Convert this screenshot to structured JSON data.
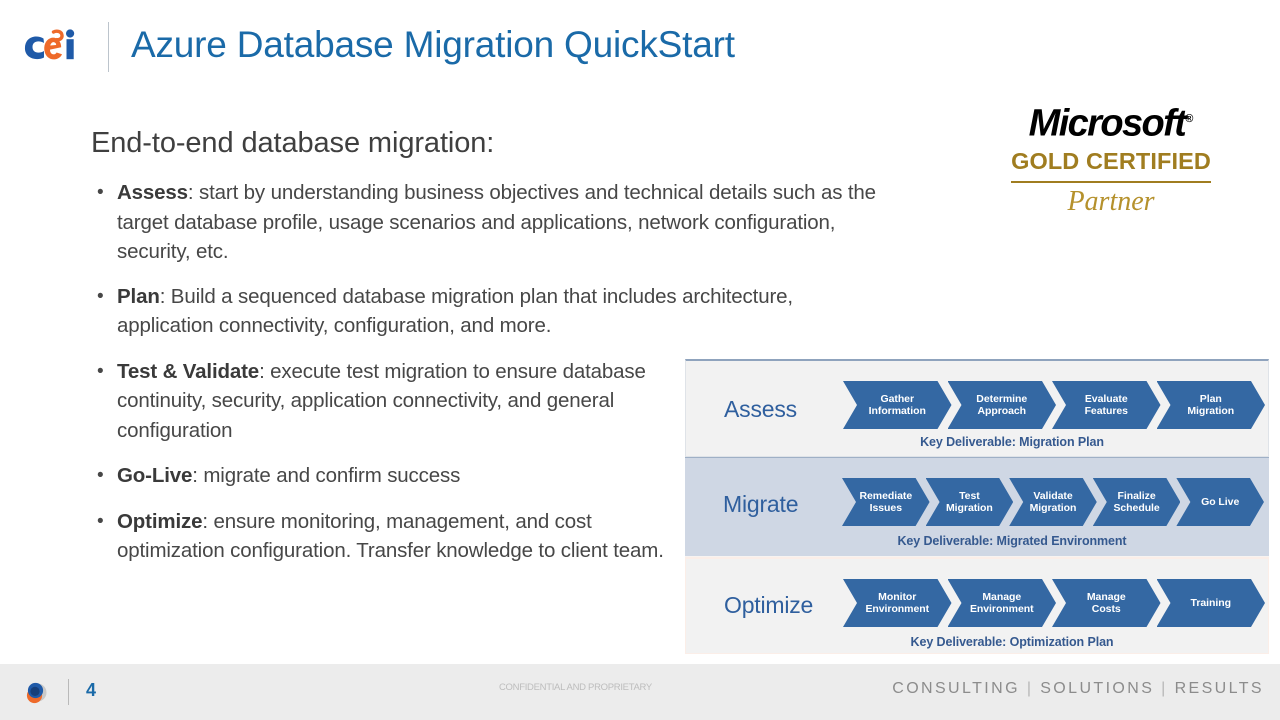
{
  "header": {
    "logo_alt": "CEI",
    "title": "Azure Database Migration QuickStart"
  },
  "main": {
    "heading": "End-to-end database migration:",
    "bullets": [
      {
        "lead": "Assess",
        "rest": ": start by understanding business objectives and technical details such as the target database profile, usage scenarios and applications, network configuration, security, etc."
      },
      {
        "lead": "Plan",
        "rest": ": Build a sequenced database migration plan that includes architecture, application connectivity, configuration, and more."
      },
      {
        "lead": "Test & Validate",
        "rest": ": execute test migration to ensure database continuity, security, application connectivity, and general configuration"
      },
      {
        "lead": "Go-Live",
        "rest": ": migrate and confirm success"
      },
      {
        "lead": "Optimize",
        "rest": ": ensure monitoring, management, and cost optimization configuration. Transfer knowledge to client team."
      }
    ],
    "bullet_glyph": "•"
  },
  "partner_logo": {
    "brand": "Microsoft",
    "registered": "®",
    "level": "GOLD CERTIFIED",
    "partner": "Partner"
  },
  "diagram": {
    "phases": [
      {
        "name": "Assess",
        "deliverable": "Key Deliverable: Migration Plan",
        "steps": [
          {
            "line1": "Gather",
            "line2": "Information"
          },
          {
            "line1": "Determine",
            "line2": "Approach"
          },
          {
            "line1": "Evaluate",
            "line2": "Features"
          },
          {
            "line1": "Plan",
            "line2": "Migration"
          }
        ]
      },
      {
        "name": "Migrate",
        "deliverable": "Key Deliverable: Migrated Environment",
        "steps": [
          {
            "line1": "Remediate",
            "line2": "Issues"
          },
          {
            "line1": "Test",
            "line2": "Migration"
          },
          {
            "line1": "Validate",
            "line2": "Migration"
          },
          {
            "line1": "Finalize",
            "line2": "Schedule"
          },
          {
            "line1": "Go Live",
            "line2": ""
          }
        ]
      },
      {
        "name": "Optimize",
        "deliverable": "Key Deliverable: Optimization Plan",
        "steps": [
          {
            "line1": "Monitor",
            "line2": "Environment"
          },
          {
            "line1": "Manage",
            "line2": "Environment"
          },
          {
            "line1": "Manage",
            "line2": "Costs"
          },
          {
            "line1": "Training",
            "line2": ""
          }
        ]
      }
    ]
  },
  "footer": {
    "page_number": "4",
    "confidential": "CONFIDENTIAL AND PROPRIETARY",
    "tagline_1": "CONSULTING",
    "tagline_sep": "|",
    "tagline_2": "SOLUTIONS",
    "tagline_3": "RESULTS"
  },
  "colors": {
    "title_blue": "#1a6aa8",
    "chevron_blue": "#3468a3",
    "phase_label_blue": "#2f5f9e",
    "gold": "#a07d20",
    "partner_gold": "#b5912c",
    "logo_orange": "#ee6a2a",
    "logo_blue": "#1f5aa8",
    "footer_bg": "#ececec"
  }
}
